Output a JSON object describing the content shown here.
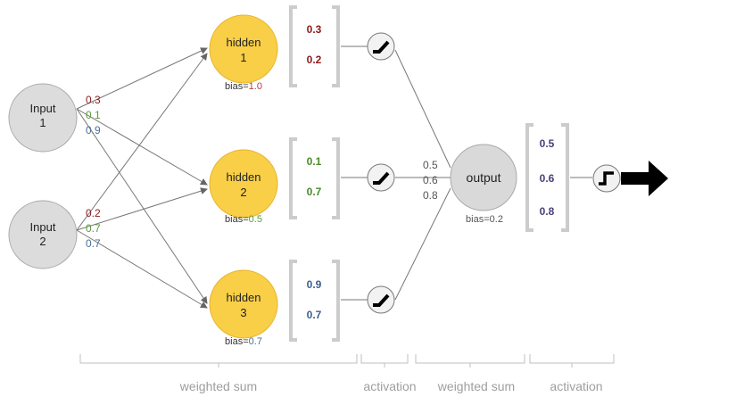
{
  "inputs": [
    {
      "line1": "Input",
      "line2": "1",
      "weights": [
        "0.3",
        "0.1",
        "0.9"
      ]
    },
    {
      "line1": "Input",
      "line2": "2",
      "weights": [
        "0.2",
        "0.7",
        "0.7"
      ]
    }
  ],
  "hidden": [
    {
      "line1": "hidden",
      "line2": "1",
      "bias_prefix": "bias=",
      "bias_value": "1.0",
      "matrix": [
        "0.3",
        "0.2"
      ],
      "matrix_color": "#8b1a1a"
    },
    {
      "line1": "hidden",
      "line2": "2",
      "bias_prefix": "bias=",
      "bias_value": "0.5",
      "matrix": [
        "0.1",
        "0.7"
      ],
      "matrix_color": "#4a8a2a"
    },
    {
      "line1": "hidden",
      "line2": "3",
      "bias_prefix": "bias=",
      "bias_value": "0.7",
      "matrix": [
        "0.9",
        "0.7"
      ],
      "matrix_color": "#3c5f8f"
    }
  ],
  "output": {
    "label": "output",
    "weights": [
      "0.5",
      "0.6",
      "0.8"
    ],
    "bias": "bias=0.2",
    "matrix": [
      "0.5",
      "0.6",
      "0.8"
    ],
    "matrix_color": "#4a3f7a"
  },
  "stages": [
    "weighted sum",
    "activation",
    "weighted sum",
    "activation"
  ],
  "colors": {
    "weight_1": "#8b1a1a",
    "weight_2": "#5a9a3a",
    "weight_3": "#4a6f9a",
    "input_fill": "#dcdcdc",
    "hidden_fill": "#f9cf47",
    "hidden_stroke": "#e6b32a",
    "output_fill": "#d9d9d9",
    "bracket": "#cccccc",
    "stage_text": "#9e9e9e"
  }
}
